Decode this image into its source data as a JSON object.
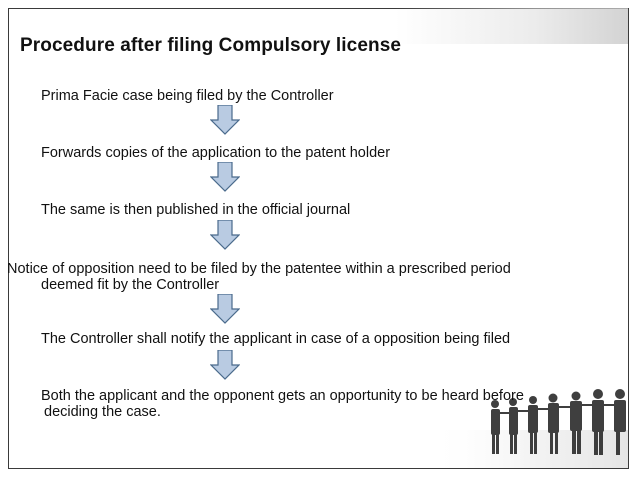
{
  "slide": {
    "title": "Procedure after filing Compulsory license",
    "steps": [
      {
        "line1": "Prima Facie case being filed by the Controller"
      },
      {
        "line1": "Forwards copies of the application to the patent holder"
      },
      {
        "line1": "The same is then published in the official journal"
      },
      {
        "line1": "Notice of opposition need to be filed by the patentee within a prescribed period",
        "line2": "deemed fit by the Controller"
      },
      {
        "line1": "The Controller shall notify the applicant in case of a opposition being filed"
      },
      {
        "line1": "Both the applicant and the opponent gets an opportunity to be heard before",
        "line2": "deciding the case."
      }
    ]
  },
  "colors": {
    "arrow_fill": "#b9cbe2",
    "arrow_stroke": "#4a6a8c",
    "text": "#111111"
  }
}
